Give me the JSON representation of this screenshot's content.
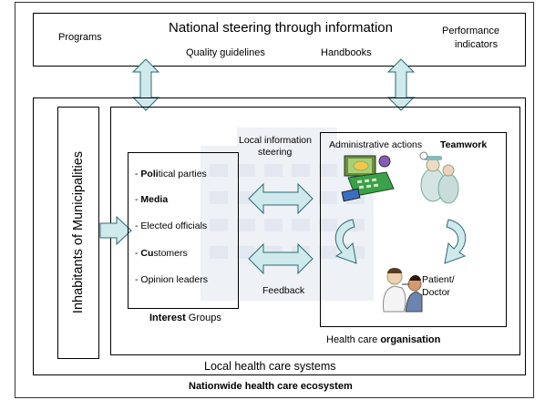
{
  "top_panel": {
    "title": "National steering through information",
    "programs": "Programs",
    "quality_guidelines": "Quality guidelines",
    "handbooks": "Handbooks",
    "performance_indicators_line1": "Performance",
    "performance_indicators_line2": "indicators"
  },
  "left_panel": {
    "label": "Inhabitants of Municipalities"
  },
  "interest_groups": {
    "title_prefix": "Interest",
    "title_suffix": " Groups",
    "items": [
      {
        "prefix": "- ",
        "bold": "Poli",
        "rest": "tical parties"
      },
      {
        "prefix": "- ",
        "bold": "Media",
        "rest": ""
      },
      {
        "prefix": "- El",
        "bold": "",
        "rest": "ected officials"
      },
      {
        "prefix": "- ",
        "bold": "Cu",
        "rest": "stomers"
      },
      {
        "prefix": "- Opinion leaders",
        "bold": "",
        "rest": ""
      }
    ]
  },
  "middle": {
    "local_info_line1": "Local information",
    "local_info_line2": "steering",
    "feedback": "Feedback"
  },
  "health_org": {
    "administrative_actions": "Administrative actions",
    "teamwork": "Teamwork",
    "patient_line1": "Patient/",
    "patient_line2": "Doctor",
    "footer_prefix": "Health care ",
    "footer_bold": "organisation"
  },
  "bottom": {
    "local_systems": "Local health care systems",
    "caption": "Nationwide health care ecosystem"
  },
  "colors": {
    "arrow_fill": "#cfe9ec",
    "arrow_stroke": "#2b6a73",
    "watermark": "#eef1f6"
  }
}
